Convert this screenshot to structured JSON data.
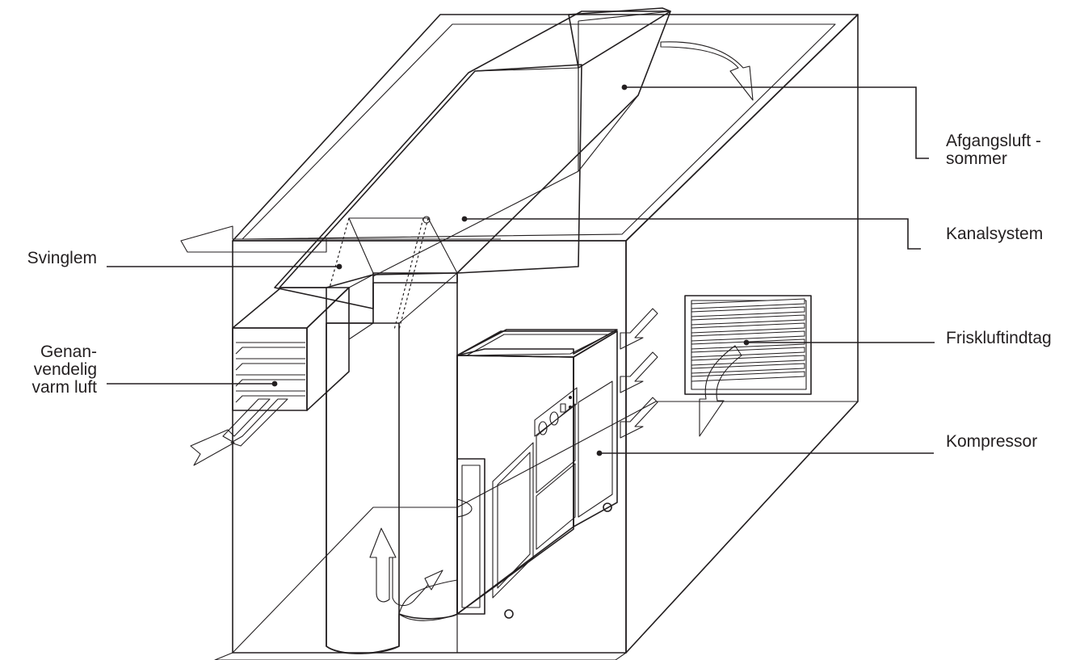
{
  "labels": {
    "afgangsluft": "Afgangsluft -\nsommer",
    "kanalsystem": "Kanalsystem",
    "svinglem": "Svinglem",
    "friskluftindtag": "Friskluftindtag",
    "genanvendelig": "Genan-\nvendelig\nvarm luft",
    "kompressor": "Kompressor"
  },
  "colors": {
    "duct": "#00adef",
    "heater": "#ed1c24",
    "compressor": "#fdc010",
    "wall": "#e6e7e8",
    "floor": "#bcbec0",
    "outline": "#231f20"
  }
}
